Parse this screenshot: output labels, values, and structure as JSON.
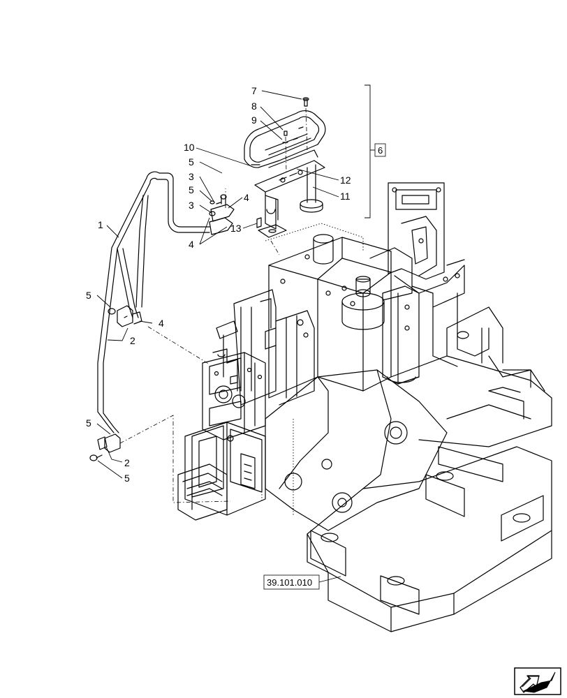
{
  "callouts": {
    "c1": "1",
    "c2a": "2",
    "c2b": "2",
    "c3a": "3",
    "c3b": "3",
    "c4a": "4",
    "c4b": "4",
    "c4c": "4",
    "c5a": "5",
    "c5b": "5",
    "c5c": "5",
    "c5d": "5",
    "c5e": "5",
    "c6": "6",
    "c7": "7",
    "c8": "8",
    "c9": "9",
    "c10": "10",
    "c11": "11",
    "c12": "12",
    "c13": "13"
  },
  "reference": "39.101.010",
  "nav_icon": "arrow-next-page-icon"
}
